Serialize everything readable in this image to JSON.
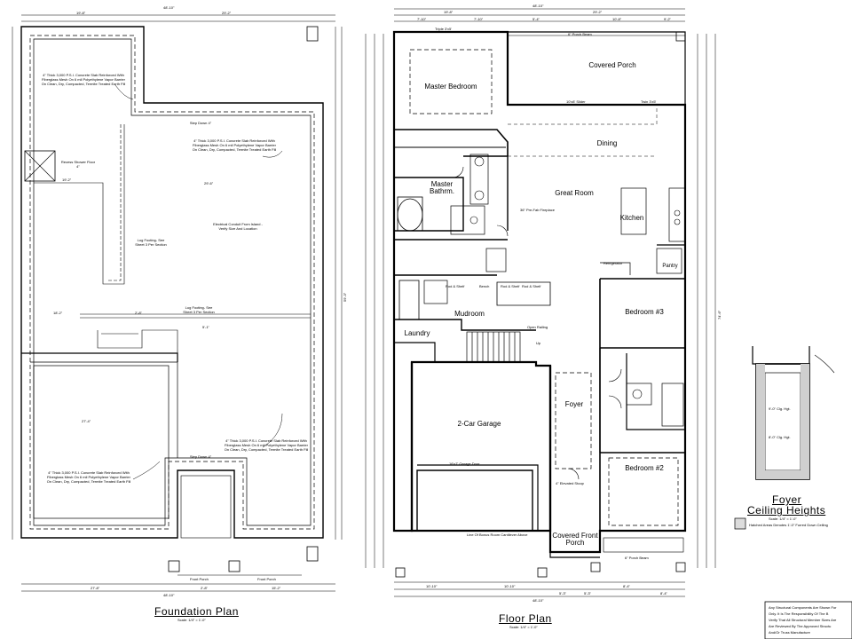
{
  "foundation": {
    "title": "Foundation Plan",
    "scale": "Scale: 1/4\" = 1'-0\"",
    "dims": {
      "top_total": "48'-10\"",
      "top_left": "19'-8\"",
      "top_right": "29'-2\"",
      "bottom_left": "27'-8\"",
      "bottom_mid": "2'-8\"",
      "bottom_right": "15'-2\"",
      "bottom_total": "48'-10\"",
      "front_porch_a": "Front Porch",
      "front_porch_b": "Front Porch",
      "inner_a": "19'-2\"",
      "inner_b": "29'-6\"",
      "inner_c": "18'-2\"",
      "inner_d": "27'-4\"",
      "inner_e": "2'-8\"",
      "inner_f": "5'-1\"",
      "right_total": "59'-3\""
    },
    "notes": {
      "slab_tl": "4\" Thick 3,000 P.S.I. Concrete Slab Reinforced With Fiberglass Mesh On 6 mil Polyethylene Vapor Barrier On Clean, Dry, Compacted, Termite Treated Earth Fill",
      "slab_tr": "4\" Thick 3,000 P.S.I. Concrete Slab Reinforced With Fiberglass Mesh On 6 mil Polyethylene Vapor Barrier On Clean, Dry, Compacted, Termite Treated Earth Fill",
      "slab_bl": "4\" Thick 3,000 P.S.I. Concrete Slab Reinforced With Fiberglass Mesh On 6 mil Polyethylene Vapor Barrier On Clean, Dry, Compacted, Termite Treated Earth Fill",
      "slab_br": "4\" Thick 3,000 P.S.I. Concrete Slab Reinforced With Fiberglass Mesh On 6 mil Polyethylene Vapor Barrier On Clean, Dry, Compacted, Termite Treated Earth Fill",
      "step_down_1": "Step Down 4\"",
      "step_down_2": "Step Down 4\"",
      "recess": "Recess Shower Floor 4\"",
      "electrical": "Electrical Conduit From Island - Verify Size And Location",
      "lug_footing_1": "Lug Footing- See Sheet 3 Per Section",
      "lug_footing_2": "Lug Footing- See Sheet 3 Per Section"
    }
  },
  "floor": {
    "title": "Floor Plan",
    "scale": "Scale: 1/4\" = 1'-0\"",
    "dims": {
      "top_total": "48'-10\"",
      "top_a": "19'-8\"",
      "top_b": "29'-2\"",
      "top_c": "7'-10\"",
      "top_d": "7'-10\"",
      "top_e": "5'-4\"",
      "top_f": "10'-8\"",
      "top_g": "9'-2\"",
      "bottom_total": "48'-10\"",
      "bottom_a": "10'-10\"",
      "bottom_b": "10'-10\"",
      "bottom_c": "5'-3\"",
      "bottom_d": "5'-3\"",
      "bottom_e": "8'-4\"",
      "bottom_f": "8'-4\"",
      "right_total": "74'-6\""
    },
    "rooms": {
      "master_bedroom": "Master Bedroom",
      "covered_porch": "Covered Porch",
      "dining": "Dining",
      "master_bath": "Master Bathrm.",
      "great_room": "Great Room",
      "kitchen": "Kitchen",
      "pantry": "Pantry",
      "mudroom": "Mudroom",
      "laundry": "Laundry",
      "bedroom3": "Bedroom #3",
      "foyer": "Foyer",
      "garage": "2-Car Garage",
      "bedroom2": "Bedroom #2",
      "front_porch": "Covered Front Porch"
    },
    "labels": {
      "porch_beam": "6\" Porch Beam",
      "porch_beam_b": "6\" Porch Beam",
      "slider": "10'x8' Slider",
      "twin": "Twin 3'x5'",
      "garage_door": "16'x7' Garage Door",
      "elevated_stoop": "4\" Elevated Stoop",
      "bonus_line": "Line Of Bonus Room Cantilever Above",
      "triple": "Triple 3'x5'",
      "refrigerator": "Refrigerator",
      "open_railing": "Open Railing",
      "up": "Up",
      "shelf1": "Rod & Shelf",
      "shelf2": "Rod & Shelf",
      "shelf3": "Rod & Shelf",
      "bench": "Bench",
      "gas_fireplace": "36\" Pre-Fab Fireplace"
    }
  },
  "foyer_detail": {
    "title": "Foyer",
    "subtitle": "Ceiling Heights",
    "scale": "Scale: 1/4\" = 1'-0\"",
    "legend": "Hatched Areas Denotes 1'-0\" Furred Down Ceiling",
    "height_a": "9'-0\" Clg. Hgt.",
    "height_b": "8'-0\" Clg. Hgt."
  },
  "disclaimer": {
    "line1": "Any Structural Components Are Shown For",
    "line2": "Only. It Is The Responsibility Of The B",
    "line3": "Verify That All Structural Member Sizes Are",
    "line4": "Are Reviewed By The Approved Structu",
    "line5": "And/Or Truss Manufacture"
  }
}
